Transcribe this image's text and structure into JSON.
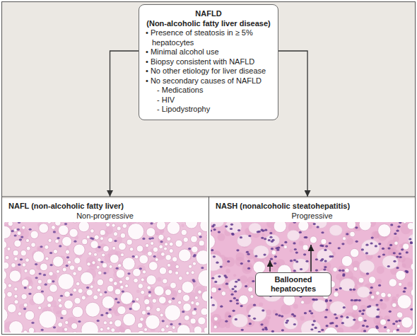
{
  "diagram": {
    "nodes": [
      {
        "text": [
          "NAFLD",
          "(Non-alcoholic fatty liver disease)",
          "• Presence of steatosis in ≥ 5% hepatocytes",
          "• Minimal alcohol use",
          "• Biopsy consistent with NAFLD",
          "• No other etiology for liver disease",
          "• No secondary causes of NAFLD",
          "- Medications",
          "- HIV",
          "- Lipodystrophy"
        ]
      },
      {
        "text": [
          "NAFL (non-alcoholic fatty liver)",
          "Non-progressive"
        ]
      },
      {
        "text": [
          "NASH (nonalcoholic steatohepatitis)",
          "Progressive"
        ]
      },
      {
        "text": [
          "Ballooned hepatocytes"
        ],
        "in": 2
      }
    ],
    "edges": [
      {
        "from": 0,
        "to": 1,
        "arrow": "to"
      },
      {
        "from": 0,
        "to": 2,
        "arrow": "to"
      }
    ]
  }
}
